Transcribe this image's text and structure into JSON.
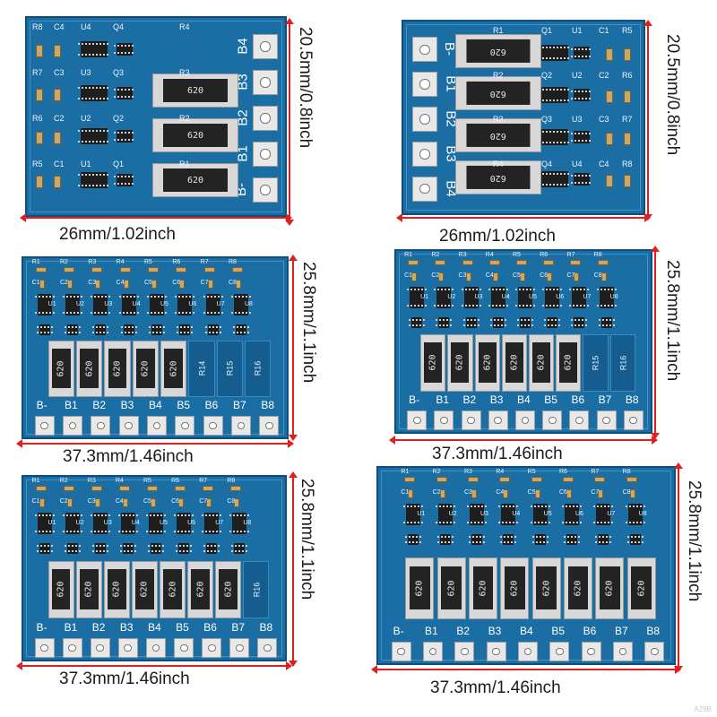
{
  "watermark": "A29B",
  "colors": {
    "board": "#1b6ea3",
    "dimension": "#e02020",
    "resistor_body": "#232323"
  },
  "panels": [
    {
      "width_label": "26mm/1.02inch",
      "height_label": "20.5mm/0.8inch",
      "pad_labels": [
        "B4",
        "B3",
        "B2",
        "B1",
        "B-"
      ],
      "resistors": [
        "620",
        "620",
        "620"
      ],
      "silkscreen": [
        "R8",
        "C4",
        "U4",
        "Q4",
        "R4",
        "R7",
        "C3",
        "U3",
        "Q3",
        "R3",
        "R6",
        "C2",
        "U2",
        "Q2",
        "R2",
        "R5",
        "C1",
        "U1",
        "Q1",
        "R1"
      ]
    },
    {
      "width_label": "26mm/1.02inch",
      "height_label": "20.5mm/0.8inch",
      "pad_labels": [
        "B-",
        "B1",
        "B2",
        "B3",
        "B4"
      ],
      "resistors": [
        "620",
        "620",
        "620",
        "620"
      ],
      "silkscreen": [
        "R5",
        "C1",
        "U1",
        "Q1",
        "R1",
        "R6",
        "C2",
        "U2",
        "Q2",
        "R2",
        "R7",
        "C3",
        "U3",
        "Q3",
        "R3",
        "R8",
        "C4",
        "U4",
        "Q4",
        "R4"
      ]
    },
    {
      "width_label": "37.3mm/1.46inch",
      "height_label": "25.8mm/1.1inch",
      "pad_labels": [
        "B-",
        "B1",
        "B2",
        "B3",
        "B4",
        "B5",
        "B6",
        "B7",
        "B8"
      ],
      "resistors": [
        "620",
        "620",
        "620",
        "620",
        "620"
      ],
      "blank_resistors": [
        "R14",
        "R15",
        "R16"
      ],
      "silkscreen": [
        "R1",
        "C1",
        "U1",
        "R2",
        "C2",
        "U2",
        "R3",
        "C3",
        "U3",
        "R4",
        "C4",
        "U4",
        "R5",
        "C5",
        "U5",
        "R6",
        "C6",
        "U6",
        "R7",
        "C7",
        "U7",
        "R8",
        "C8",
        "U8"
      ]
    },
    {
      "width_label": "37.3mm/1.46inch",
      "height_label": "25.8mm/1.1inch",
      "pad_labels": [
        "B-",
        "B1",
        "B2",
        "B3",
        "B4",
        "B5",
        "B6",
        "B7",
        "B8"
      ],
      "resistors": [
        "620",
        "620",
        "620",
        "620",
        "620",
        "620"
      ],
      "blank_resistors": [
        "R15",
        "R16"
      ],
      "silkscreen": [
        "R1",
        "C1",
        "U1",
        "R2",
        "C2",
        "U2",
        "R3",
        "C3",
        "U3",
        "R4",
        "C4",
        "U4",
        "R5",
        "C5",
        "U5",
        "R6",
        "C6",
        "U6",
        "R7",
        "C7",
        "U7",
        "R8",
        "C8",
        "U8"
      ]
    },
    {
      "width_label": "37.3mm/1.46inch",
      "height_label": "25.8mm/1.1inch",
      "pad_labels": [
        "B-",
        "B1",
        "B2",
        "B3",
        "B4",
        "B5",
        "B6",
        "B7",
        "B8"
      ],
      "resistors": [
        "620",
        "620",
        "620",
        "620",
        "620",
        "620",
        "620"
      ],
      "blank_resistors": [
        "R16"
      ],
      "silkscreen": [
        "R1",
        "C1",
        "U1",
        "R2",
        "C2",
        "U2",
        "R3",
        "C3",
        "U3",
        "R4",
        "C4",
        "U4",
        "R5",
        "C5",
        "U5",
        "R6",
        "C6",
        "U6",
        "R7",
        "C7",
        "U7",
        "R8",
        "C8",
        "U8"
      ]
    },
    {
      "width_label": "37.3mm/1.46inch",
      "height_label": "25.8mm/1.1inch",
      "pad_labels": [
        "B-",
        "B1",
        "B2",
        "B3",
        "B4",
        "B5",
        "B6",
        "B7",
        "B8"
      ],
      "resistors": [
        "620",
        "620",
        "620",
        "620",
        "620",
        "620",
        "620",
        "620"
      ],
      "silkscreen": [
        "R1",
        "C1",
        "U1",
        "R2",
        "C2",
        "U2",
        "R3",
        "C3",
        "U3",
        "R4",
        "C4",
        "U4",
        "R5",
        "C5",
        "U5",
        "R6",
        "C6",
        "U6",
        "R7",
        "C7",
        "U7",
        "R8",
        "C8",
        "U8"
      ]
    }
  ]
}
